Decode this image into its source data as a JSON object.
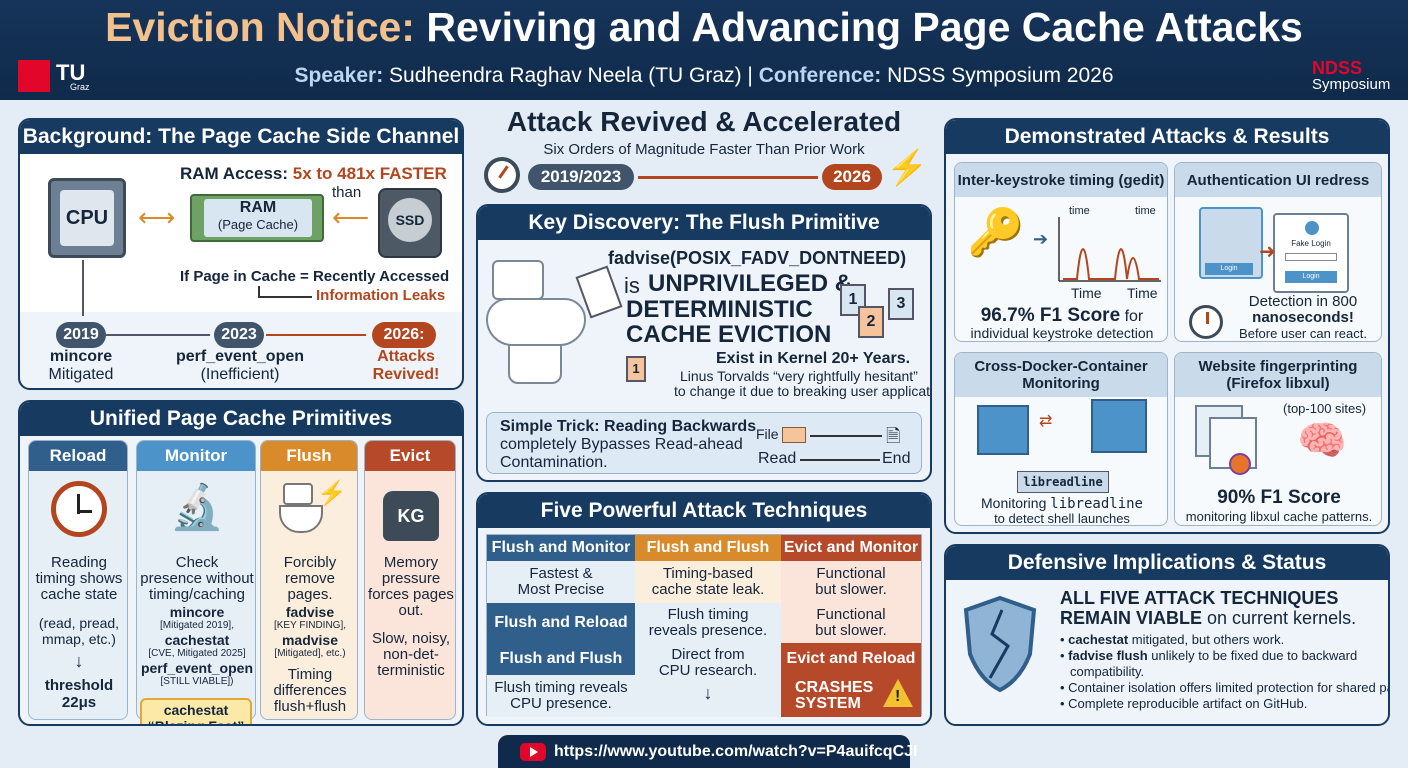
{
  "header": {
    "title_accent": "Eviction Notice:",
    "title_rest": "Reviving and Advancing Page Cache Attacks",
    "speaker_label": "Speaker:",
    "speaker": "Sudheendra Raghav Neela (TU Graz) |",
    "conference_label": "Conference:",
    "conference": "NDSS Symposium 2026",
    "left_logo": "TU",
    "left_logo_sub": "Graz",
    "right_logo": "NDSS",
    "right_logo_sub": "Symposium"
  },
  "background": {
    "title": "Background: The Page Cache Side Channel",
    "cpu": "CPU",
    "ram": "RAM",
    "ram_sub": "(Page Cache)",
    "ssd": "SSD",
    "ram_access_label": "RAM Access:",
    "ram_access_value": "5x to 481x FASTER",
    "than": "than",
    "cache_rule": "If Page in Cache = Recently Accessed",
    "leak": "Information Leaks",
    "timeline": [
      {
        "year": "2019",
        "line1": "mincore",
        "line2": "Mitigated"
      },
      {
        "year": "2023",
        "line1": "perf_event_open",
        "line2": "(Inefficient)"
      },
      {
        "year": "2026:",
        "line1": "Attacks",
        "line2": "Revived!"
      }
    ]
  },
  "primitives": {
    "title": "Unified Page Cache Primitives",
    "reload": {
      "name": "Reload",
      "desc": [
        "Reading",
        "timing shows",
        "cache state"
      ],
      "note": [
        "(read, pread,",
        "mmap, etc.)"
      ],
      "bottom": [
        "threshold",
        "22μs"
      ]
    },
    "monitor": {
      "name": "Monitor",
      "desc": [
        "Check",
        "presence without",
        "timing/caching"
      ],
      "m1": "mincore",
      "m1n": "[Mitigated 2019],",
      "m2": "cachestat",
      "m2n": "[CVE, Mitigated 2025]",
      "m3": "perf_event_open",
      "m3n": "[STILL VIABLE])",
      "badge1": "cachestat",
      "badge2": "“Blazing Fast”"
    },
    "flush": {
      "name": "Flush",
      "desc": [
        "Forcibly",
        "remove",
        "pages."
      ],
      "f1": "fadvise",
      "f1n": "[KEY FINDING],",
      "f2": "madvise",
      "f2n": "[Mitigated], etc.)",
      "bottom": [
        "Timing",
        "differences",
        "flush+flush"
      ]
    },
    "evict": {
      "name": "Evict",
      "icon": "KG",
      "desc": [
        "Memory",
        "pressure",
        "forces pages",
        "out."
      ],
      "bottom": [
        "Slow, noisy,",
        "non-det-",
        "terministic"
      ]
    }
  },
  "center": {
    "revived_title": "Attack Revived & Accelerated",
    "revived_sub": "Six Orders of Magnitude Faster Than Prior Work",
    "from_year": "2019/2023",
    "to_year": "2026",
    "discovery_title": "Key Discovery: The Flush Primitive",
    "syscall": "fadvise(POSIX_FADV_DONTNEED)",
    "is_text": "is",
    "unpriv": "UNPRIVILEGED &",
    "det": "DETERMINISTIC",
    "cache_ev": "CACHE EVICTION",
    "kernel_years": "Exist in Kernel 20+ Years.",
    "linus1": "Linus Torvalds “very rightfully hesitant”",
    "linus2": "to change it due to breaking user applications.",
    "trick_label": "Simple Trick: Reading Backwards",
    "trick_l2": "completely Bypasses Read-ahead",
    "trick_l3": "Contamination.",
    "file_label": "File",
    "read_label": "Read",
    "end_label": "End",
    "docs": [
      "1",
      "2",
      "3",
      "1"
    ]
  },
  "five": {
    "title": "Five Powerful Attack Techniques",
    "headers": [
      "Flush and Monitor",
      "Flush and Flush",
      "Evict and Monitor"
    ],
    "r1": [
      [
        "Fastest &",
        "Most Precise"
      ],
      [
        "Timing-based",
        "cache state leak."
      ],
      [
        "Functional",
        "but slower."
      ]
    ],
    "r2_label": "Flush and Reload",
    "r2": [
      [
        "Flush timing",
        "reveals presence."
      ],
      [
        "Functional",
        "but slower."
      ]
    ],
    "r3_label": "Flush and Flush",
    "r3_mid": [
      "Direct from",
      "CPU research."
    ],
    "r3_right_label": "Evict and Reload",
    "r4_left": [
      "Flush timing reveals",
      "CPU presence."
    ],
    "crash": [
      "CRASHES",
      "SYSTEM"
    ]
  },
  "demos": {
    "title": "Demonstrated Attacks & Results",
    "keystroke": {
      "title": "Inter-keystroke timing (gedit)",
      "time_a": "time",
      "time_b": "time",
      "axis_a": "Time",
      "axis_b": "Time",
      "score": "96.7% F1 Score",
      "score_suffix": " for",
      "desc": "individual keystroke detection"
    },
    "auth": {
      "title": "Authentication UI redress",
      "fake": "Fake Login",
      "login": "Login",
      "det1": "Detection in 800",
      "det2": "nanoseconds!",
      "det3": "Before user can react."
    },
    "docker": {
      "title1": "Cross-Docker-Container",
      "title2": "Monitoring",
      "lib": "libreadline",
      "d1a": "Monitoring ",
      "d1b": "libreadline",
      "d2": "to detect shell launches"
    },
    "web": {
      "title1": "Website fingerprinting",
      "title2": "(Firefox libxul)",
      "top": "(top-100 sites)",
      "score": "90% F1 Score",
      "desc": "monitoring libxul cache patterns."
    }
  },
  "defense": {
    "title": "Defensive Implications & Status",
    "h1": "ALL FIVE ATTACK TECHNIQUES",
    "h2a": "REMAIN VIABLE",
    "h2b": " on current kernels.",
    "b1a": "cachestat",
    "b1b": " mitigated, but others work.",
    "b2a": "fadvise flush",
    "b2b": " unlikely to be fixed due to backward",
    "b2c": "compatibility.",
    "b3": "Container isolation offers limited protection for shared pages.",
    "b4": "Complete reproducible artifact on GitHub."
  },
  "footer": {
    "url": "https://www.youtube.com/watch?v=P4auifcqCJI"
  },
  "colors": {
    "navy": "#173a60",
    "accent": "#b3461f",
    "gold": "#f2c18d",
    "reload": "#2f5f8a",
    "monitor": "#4b93c8",
    "flush": "#d98b2b",
    "evict": "#b6492a"
  }
}
